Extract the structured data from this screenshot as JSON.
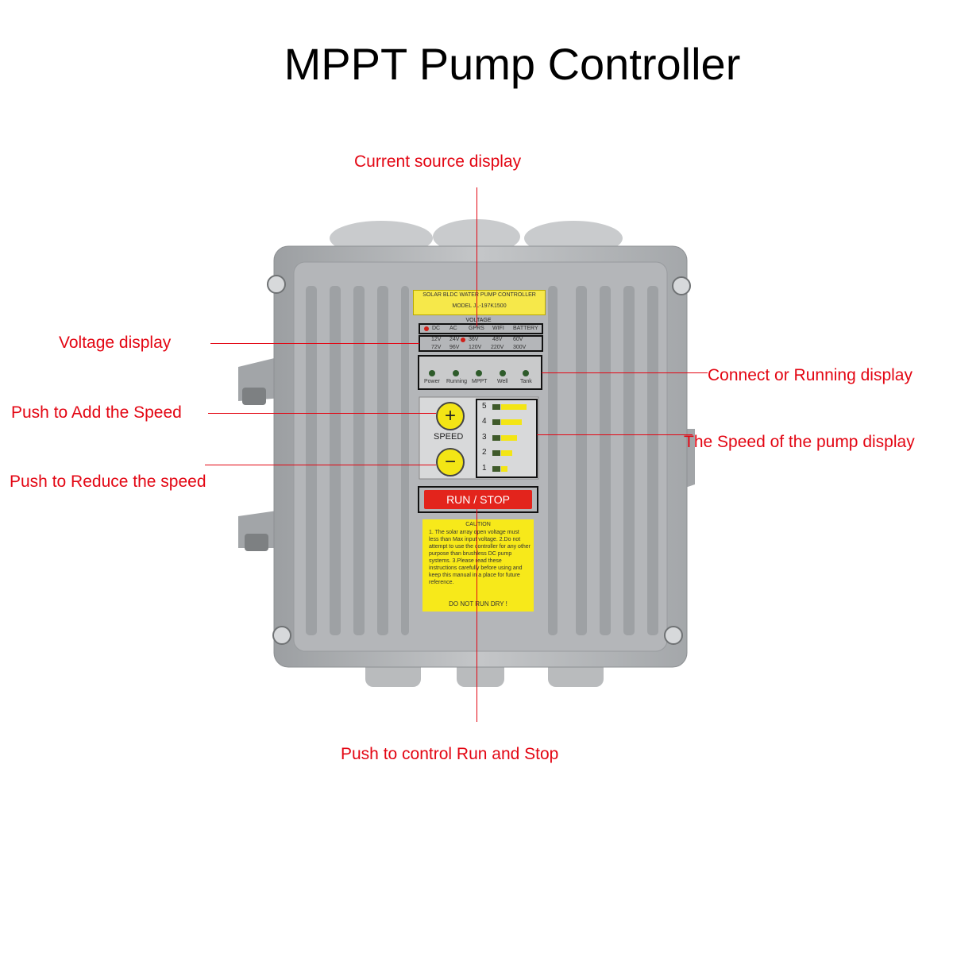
{
  "title": "MPPT Pump Controller",
  "colors": {
    "callout": "#e30613",
    "housing": "#b7b9bb",
    "button_yellow": "#f3e515",
    "run_red": "#e3241c"
  },
  "callouts": {
    "current_source": "Current source display",
    "voltage": "Voltage display",
    "connect_running": "Connect or Running display",
    "add_speed": "Push to Add the Speed",
    "speed_display": "The Speed of the pump display",
    "reduce_speed": "Push to Reduce the speed",
    "run_stop": "Push to control Run and Stop"
  },
  "panel": {
    "plate_line1": "SOLAR BLDC WATER PUMP CONTROLLER",
    "plate_line2": "MODEL JL-197K1500",
    "voltage_title": "VOLTAGE",
    "sources": [
      "DC",
      "AC",
      "GPRS",
      "WIFI",
      "BATTERY"
    ],
    "voltages_row1": [
      "12V",
      "24V",
      "36V",
      "48V",
      "60V"
    ],
    "voltages_row2": [
      "72V",
      "96V",
      "120V",
      "220V",
      "300V"
    ],
    "indicators": [
      "Power",
      "Running",
      "MPPT",
      "Well",
      "Tank"
    ],
    "speed_label": "SPEED",
    "plus_symbol": "+",
    "minus_symbol": "−",
    "speed_levels": [
      "5",
      "4",
      "3",
      "2",
      "1"
    ],
    "run_stop_label": "RUN / STOP",
    "caution_title": "CAUTION",
    "caution_text": "1. The solar array open voltage must less than Max input voltage. 2.Do not attempt to use the controller for any other purpose than brushless DC pump systems. 3.Please read these instructions carefully before using and keep this manual in a place for future reference.",
    "caution_footer": "DO  NOT  RUN  DRY !"
  }
}
